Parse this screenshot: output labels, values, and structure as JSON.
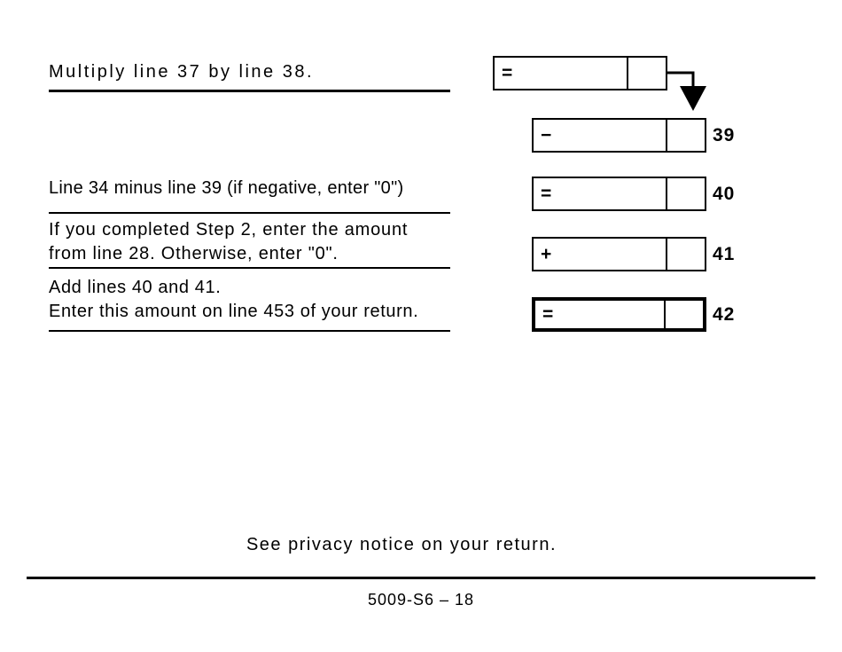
{
  "form": {
    "colors": {
      "ink": "#000000",
      "background": "#ffffff"
    },
    "rows": [
      {
        "id": "row-multiply",
        "label_lines": [
          "Multiply line 37 by line 38."
        ],
        "operator": "=",
        "amount": "",
        "cents": "",
        "line_number": ""
      },
      {
        "id": "row-39",
        "label_lines": [],
        "operator": "−",
        "amount": "",
        "cents": "",
        "line_number": "39"
      },
      {
        "id": "row-40",
        "label_lines": [
          "Line 34 minus line 39 (if negative, enter \"0\")"
        ],
        "operator": "=",
        "amount": "",
        "cents": "",
        "line_number": "40"
      },
      {
        "id": "row-41",
        "label_lines": [
          "If you completed Step 2, enter the amount",
          "from line 28. Otherwise, enter \"0\"."
        ],
        "operator": "+",
        "amount": "",
        "cents": "",
        "line_number": "41"
      },
      {
        "id": "row-42",
        "label_lines": [
          "Add lines 40 and 41.",
          "Enter this amount on line 453 of your return."
        ],
        "operator": "=",
        "amount": "",
        "cents": "",
        "line_number": "42"
      }
    ],
    "privacy_notice": "See privacy notice on your return.",
    "form_code": "5009-S6 – 18"
  }
}
